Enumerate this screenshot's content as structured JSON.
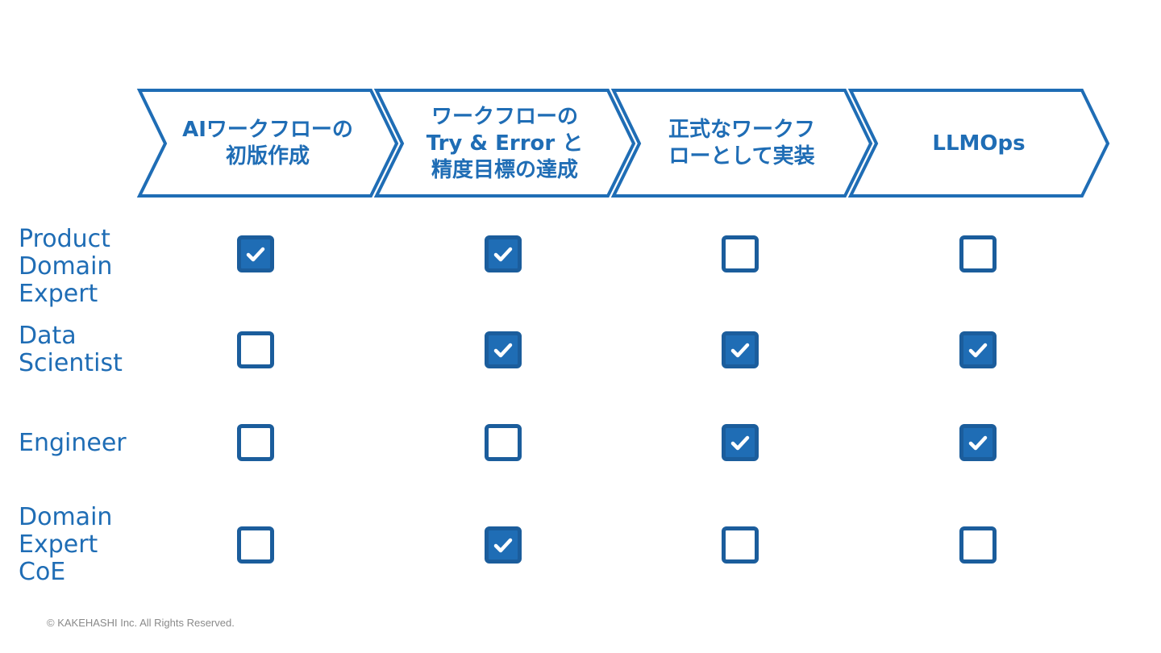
{
  "stages": [
    {
      "label": "AIワークフローの\n初版作成"
    },
    {
      "label": "ワークフローの\nTry & Error と\n精度目標の達成"
    },
    {
      "label": "正式なワークフ\nローとして実装"
    },
    {
      "label": "LLMOps"
    }
  ],
  "roles": [
    {
      "label": "Product\nDomain\nExpert",
      "checks": [
        true,
        true,
        false,
        false
      ]
    },
    {
      "label": "Data\nScientist",
      "checks": [
        false,
        true,
        true,
        true
      ]
    },
    {
      "label": "Engineer",
      "checks": [
        false,
        false,
        true,
        true
      ]
    },
    {
      "label": "Domain\nExpert\nCoE",
      "checks": [
        false,
        true,
        false,
        false
      ]
    }
  ],
  "colors": {
    "accent": "#1f6db5"
  },
  "icons": {
    "checked": "checkmark-icon"
  },
  "footer": {
    "copyright": "© KAKEHASHI Inc. All Rights Reserved."
  }
}
